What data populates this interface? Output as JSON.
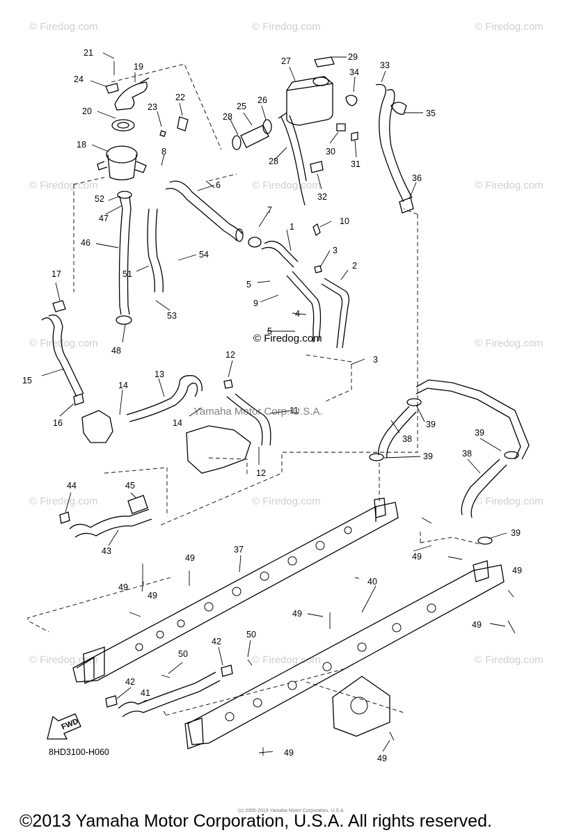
{
  "watermark": "© Firedog.com",
  "center_mark": "© Firedog.com",
  "center_copyright": "Yamaha Motor Corp. U.S.A.",
  "diagram_code": "8HD3100-H060",
  "fwd_label": "FWD",
  "tiny_note": "(c) 2005-2019 Yamaha Motor Corporation, U.S.A.",
  "footer": "©2013 Yamaha Motor Corporation, U.S.A. All rights reserved.",
  "callouts": [
    "1",
    "2",
    "3",
    "3",
    "4",
    "5",
    "5",
    "6",
    "7",
    "8",
    "9",
    "10",
    "11",
    "12",
    "12",
    "13",
    "14",
    "14",
    "15",
    "16",
    "17",
    "18",
    "19",
    "20",
    "21",
    "22",
    "23",
    "24",
    "25",
    "26",
    "27",
    "28",
    "28",
    "29",
    "30",
    "31",
    "32",
    "33",
    "34",
    "35",
    "36",
    "37",
    "38",
    "38",
    "39",
    "39",
    "39",
    "39",
    "40",
    "41",
    "42",
    "42",
    "43",
    "44",
    "45",
    "46",
    "47",
    "48",
    "49",
    "49",
    "49",
    "49",
    "49",
    "49",
    "49",
    "49",
    "49",
    "50",
    "50",
    "51",
    "52",
    "53",
    "54"
  ],
  "colors": {
    "line": "#000000",
    "watermark": "#cfcfcf"
  }
}
